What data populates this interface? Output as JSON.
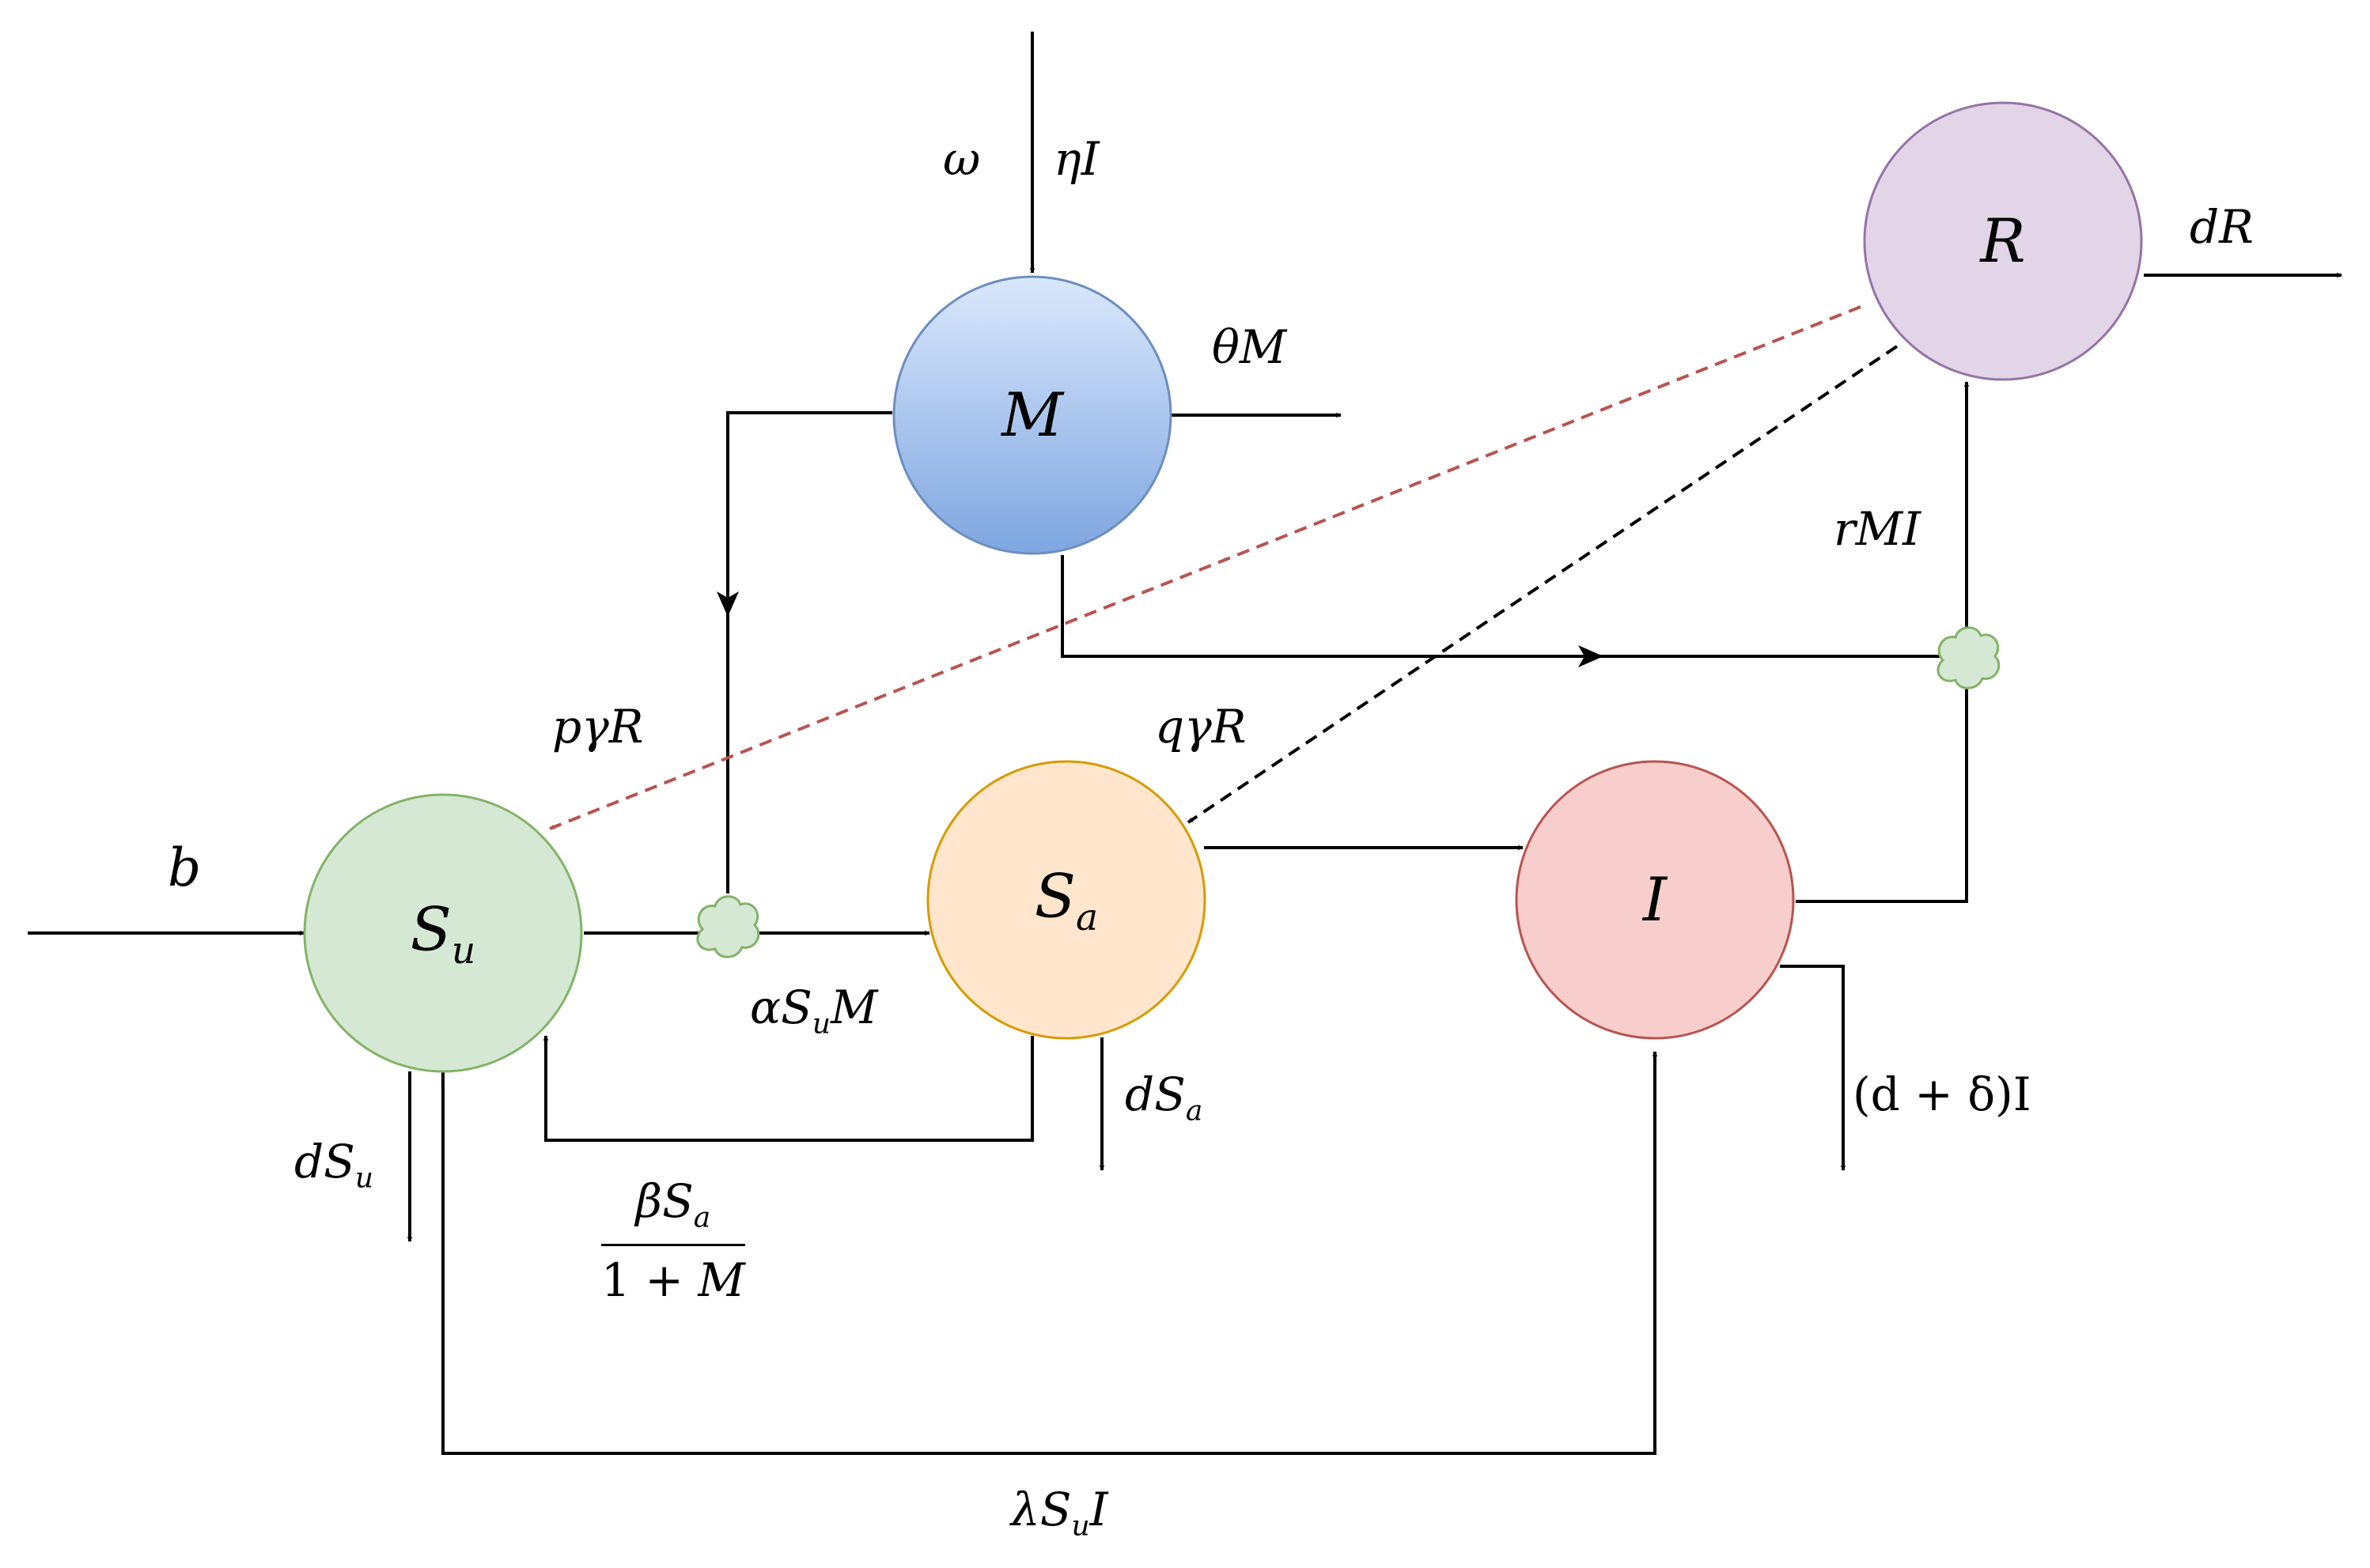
{
  "nodes": {
    "Su": {
      "main": "S",
      "sub": "u",
      "fill": "#d5e8d4",
      "stroke": "#82b366"
    },
    "Sa": {
      "main": "S",
      "sub": "a",
      "fill": "#ffe6cc",
      "stroke": "#d79b00"
    },
    "I": {
      "main": "I",
      "fill": "#f8cecc",
      "stroke": "#b85450"
    },
    "M": {
      "main": "M",
      "fill_top": "#dae8fc",
      "fill_bottom": "#7ea6e0",
      "stroke": "#6c8ebf"
    },
    "R": {
      "main": "R",
      "fill": "#e1d5e7",
      "stroke": "#9673a6"
    }
  },
  "junction_color": {
    "fill": "#d5e8d4",
    "stroke": "#82b366"
  },
  "dashed_colors": {
    "p_gamma_R": "#b85450",
    "q_gamma_R": "#000000"
  },
  "labels": {
    "b": "b",
    "omega": "ω",
    "eta_I": "ηI",
    "theta_M": "θM",
    "dR": "dR",
    "rMI": "rMI",
    "p_gamma_R": "pγR",
    "q_gamma_R": "qγR",
    "alpha_SuM": {
      "a": "αS",
      "sub": "u",
      "b": "M"
    },
    "dSu": {
      "a": "dS",
      "sub": "u"
    },
    "dSa": {
      "a": "dS",
      "sub": "a"
    },
    "d_delta_I": "(d + δ)I",
    "beta_frac": {
      "num_a": "βS",
      "num_sub": "a",
      "den_a": "1 + ",
      "den_b": "M"
    },
    "lambda_SuI": {
      "a": "λS",
      "sub": "u",
      "b": "I"
    }
  }
}
